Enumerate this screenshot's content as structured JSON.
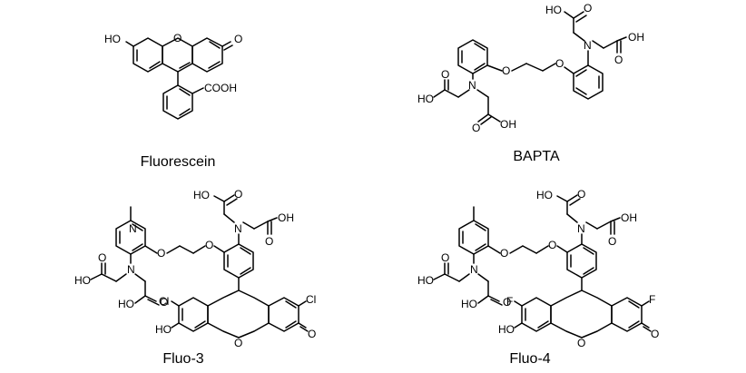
{
  "molecules": [
    {
      "name": "Fluorescein",
      "atoms": {
        "ho": "HO",
        "o_ring": "O",
        "o_keto": "O",
        "cooh": "COOH"
      }
    },
    {
      "name": "BAPTA",
      "atoms": {
        "ho": "HO",
        "oh": "OH",
        "o": "O",
        "n": "N"
      }
    },
    {
      "name": "Fluo-3",
      "atoms": {
        "ho": "HO",
        "oh": "OH",
        "o": "O",
        "n": "N",
        "cl": "Cl"
      }
    },
    {
      "name": "Fluo-4",
      "atoms": {
        "ho": "HO",
        "oh": "OH",
        "o": "O",
        "n": "N",
        "f": "F"
      }
    }
  ]
}
